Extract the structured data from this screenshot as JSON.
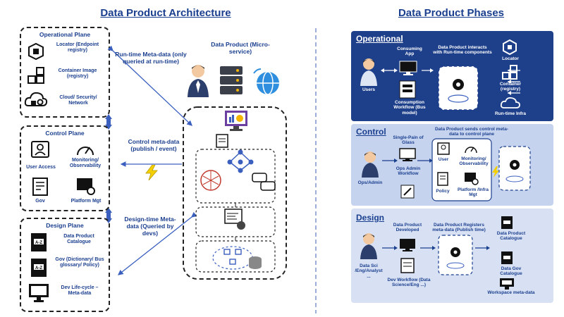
{
  "architecture": {
    "title": "Data Product Architecture",
    "operational_plane": {
      "title": "Operational Plane",
      "locator": "Locator (Endpoint registry)",
      "container": "Container Image (registry)",
      "cloud": "Cloud/ Security/ Network"
    },
    "control_plane": {
      "title": "Control Plane",
      "user_access": "User Access",
      "monitoring": "Monitoring/ Observability",
      "gov": "Gov",
      "platform_mgt": "Platform Mgt"
    },
    "design_plane": {
      "title": "Design Plane",
      "catalogue": "Data Product Catalogue",
      "gov": "Gov (Dictionary/ Bus glossary/ Policy)",
      "dev": "Dev Life-cycle – Meta-data"
    },
    "runtime_meta": "Run-time Meta-data (only queried at run-time)",
    "control_meta": "Control meta-data (publish / event)",
    "design_meta": "Design-time Meta-data (Queried by devs)",
    "data_product": "Data Product (Micro-service)"
  },
  "phases": {
    "title": "Data Product Phases",
    "operational": {
      "title": "Operational",
      "users": "Users",
      "consuming_app": "Consuming App",
      "interacts": "Data Product interacts with Run-time components",
      "locator": "Locator",
      "container": "Container (registry)",
      "runtime_infra": "Run-time Infra",
      "workflow": "Consumption Workflow (Bus model)"
    },
    "control": {
      "title": "Control",
      "sends": "Data Product sends control meta-data to control plane",
      "single_pane": "Single-Pain of Glass",
      "ops_admin": "Ops/Admin",
      "ops_workflow": "Ops Admin Workflow",
      "user": "User",
      "monitoring": "Monitoring/ Observability",
      "policy": "Policy",
      "platform": "Platform /Infra Mgt"
    },
    "design": {
      "title": "Design",
      "developed": "Data Product Developed",
      "registers": "Data Product Registers meta-data (Publish time)",
      "data_sci": "Data Sci /Eng/Analyst ...",
      "dev_workflow": "Dev Workflow (Data Science/Eng ...)",
      "catalogue": "Data Product Catalogue",
      "gov_catalogue": "Data Gov Catalogue",
      "workspace": "Workspace meta-data"
    }
  },
  "colors": {
    "operational_bg": "#1e3f8a",
    "control_bg": "#c5d3ee",
    "design_bg": "#d7e1f3",
    "accent_blue": "#1b3f8f",
    "lightning": "#f5d000"
  }
}
